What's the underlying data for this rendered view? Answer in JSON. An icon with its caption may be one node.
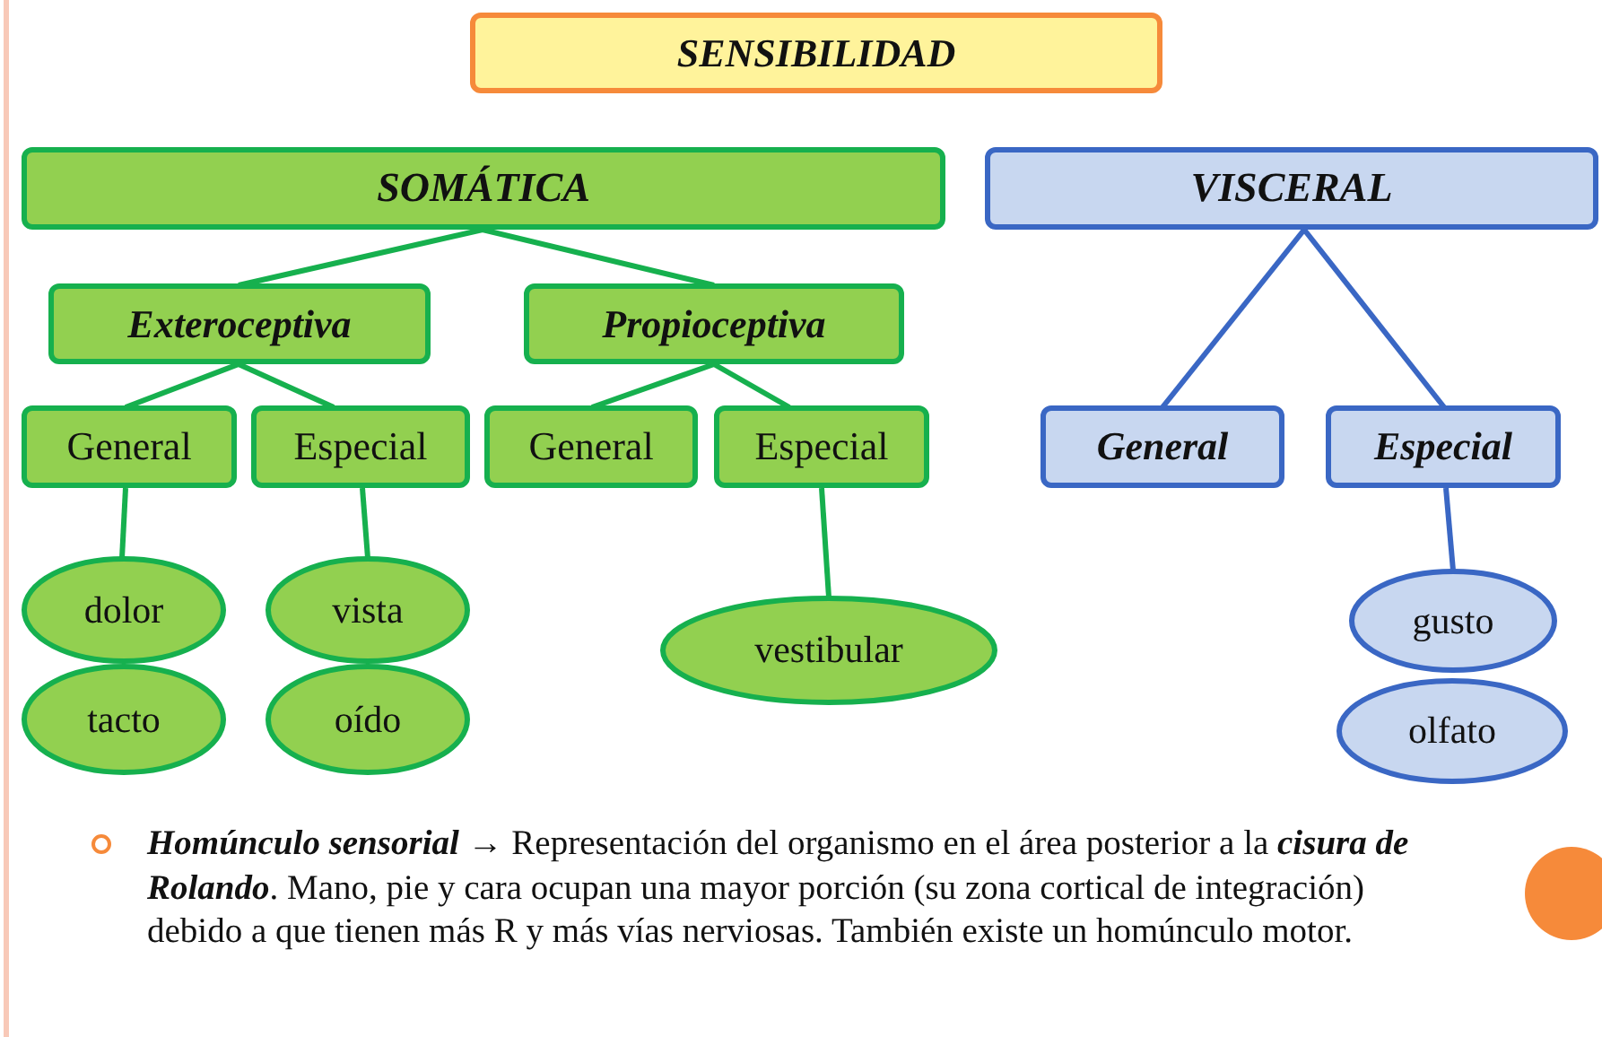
{
  "diagram": {
    "nodes": [
      {
        "text": [
          "SENSIBILIDAD"
        ]
      },
      {
        "text": [
          "SOMÁTICA"
        ]
      },
      {
        "text": [
          "VISCERAL"
        ]
      },
      {
        "text": [
          "Exteroceptiva"
        ]
      },
      {
        "text": [
          "Propioceptiva"
        ]
      },
      {
        "text": [
          "General"
        ]
      },
      {
        "text": [
          "Especial"
        ]
      },
      {
        "text": [
          "General"
        ]
      },
      {
        "text": [
          "Especial"
        ]
      },
      {
        "text": [
          "General"
        ]
      },
      {
        "text": [
          "Especial"
        ]
      },
      {
        "text": [
          "dolor"
        ]
      },
      {
        "text": [
          "vista"
        ]
      },
      {
        "text": [
          "vestibular"
        ]
      },
      {
        "text": [
          "tacto"
        ]
      },
      {
        "text": [
          "oído"
        ]
      },
      {
        "text": [
          "gusto"
        ]
      },
      {
        "text": [
          "olfato"
        ]
      }
    ],
    "edges": [
      {
        "from": 1,
        "to": 3,
        "arrow": "none"
      },
      {
        "from": 1,
        "to": 4,
        "arrow": "none"
      },
      {
        "from": 3,
        "to": 5,
        "arrow": "none"
      },
      {
        "from": 3,
        "to": 6,
        "arrow": "none"
      },
      {
        "from": 4,
        "to": 7,
        "arrow": "none"
      },
      {
        "from": 4,
        "to": 8,
        "arrow": "none"
      },
      {
        "from": 2,
        "to": 9,
        "arrow": "none",
        "color": "#3a67c4"
      },
      {
        "from": 2,
        "to": 10,
        "arrow": "none",
        "color": "#3a67c4"
      },
      {
        "from": 5,
        "to": 11,
        "arrow": "none"
      },
      {
        "from": 6,
        "to": 12,
        "arrow": "none"
      },
      {
        "from": 8,
        "to": 13,
        "arrow": "none"
      },
      {
        "from": 10,
        "to": 16,
        "arrow": "none",
        "color": "#3a67c4"
      }
    ],
    "labels": [
      "**Homúnculo sensorial** → Representación del organismo en el área posterior a la **cisura de Rolando**. Mano, pie y cara ocupan una mayor porción (su zona cortical de integración) debido a que tienen más R y más vías nerviosas. También existe un homúnculo motor."
    ]
  }
}
